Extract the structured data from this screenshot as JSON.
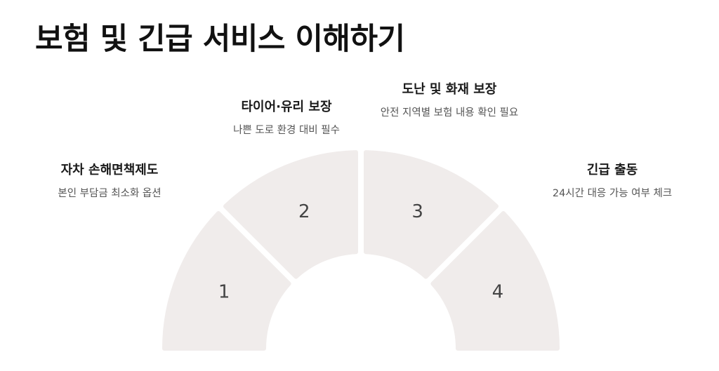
{
  "title": "보험 및 긴급 서비스 이해하기",
  "segment_color": "#f0eceb",
  "segment_text_color": "#444444",
  "items": [
    {
      "number": "1",
      "title": "자차 손해면책제도",
      "description": "본인 부담금 최소화 옵션"
    },
    {
      "number": "2",
      "title": "타이어·유리 보장",
      "description": "나쁜 도로 환경 대비 필수"
    },
    {
      "number": "3",
      "title": "도난 및 화재 보장",
      "description": "안전 지역별 보험 내용 확인 필요"
    },
    {
      "number": "4",
      "title": "긴급 출동",
      "description": "24시간 대응 가능 여부 체크"
    }
  ]
}
